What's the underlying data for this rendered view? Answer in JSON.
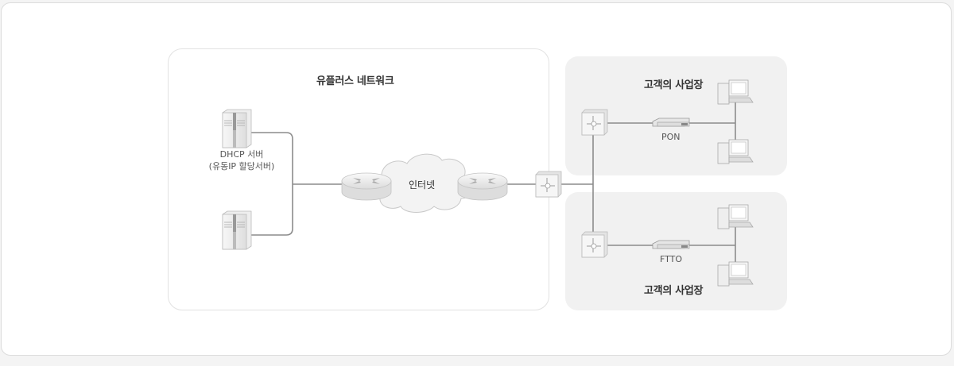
{
  "diagram": {
    "network_zone": {
      "title": "유플러스 네트워크"
    },
    "server": {
      "caption_line1": "DHCP 서버",
      "caption_line2": "(유동IP 할당서버)"
    },
    "internet": {
      "label": "인터넷"
    },
    "customer_sites": [
      {
        "title": "고객의 사업장",
        "device_label": "PON"
      },
      {
        "title": "고객의 사업장",
        "device_label": "FTTO"
      }
    ],
    "colors": {
      "line": "#8c8c8c",
      "zone_bg": "#f1f1f1",
      "frame_border": "#dcdcdc"
    }
  }
}
